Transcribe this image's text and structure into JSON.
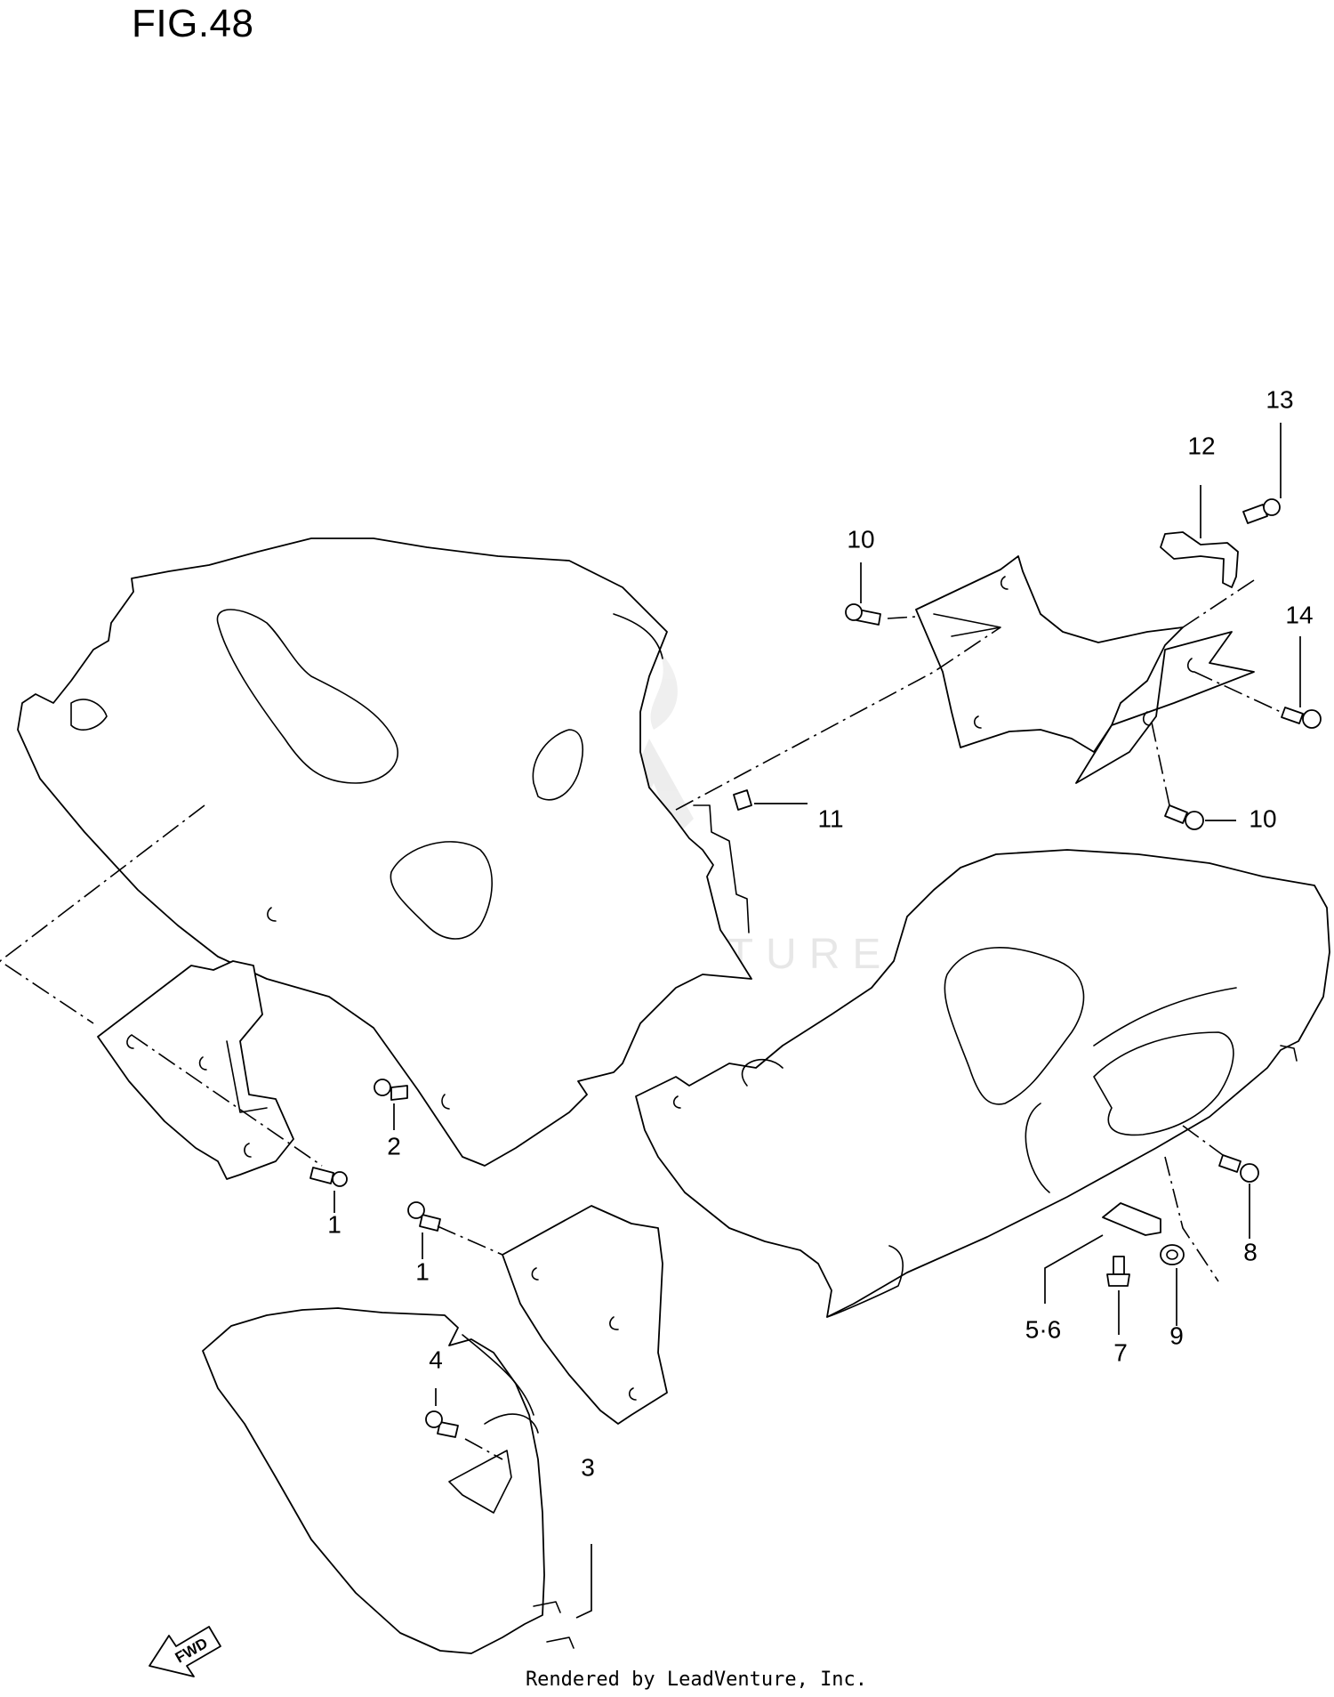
{
  "figure": {
    "title": "FIG.48"
  },
  "callouts": {
    "c1a": "1",
    "c1b": "1",
    "c2": "2",
    "c3": "3",
    "c4": "4",
    "c5_6": "5·6",
    "c7": "7",
    "c8": "8",
    "c9": "9",
    "c10a": "10",
    "c10b": "10",
    "c11": "11",
    "c12": "12",
    "c13": "13",
    "c14": "14"
  },
  "watermark": {
    "text": "LEADVENTURE"
  },
  "fwd_arrow": {
    "label": "FWD"
  },
  "footer": {
    "text": "Rendered by LeadVenture, Inc."
  }
}
